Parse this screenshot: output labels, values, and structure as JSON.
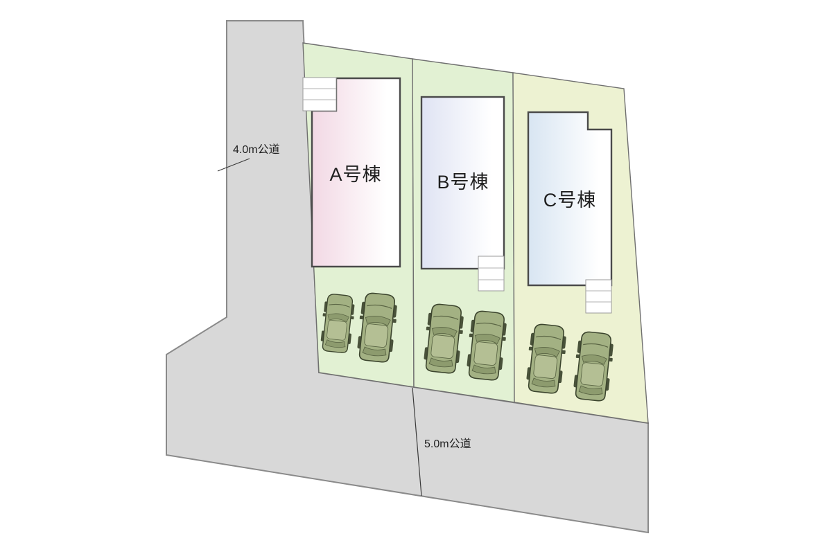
{
  "plan": {
    "roads": {
      "west_road_label": "4.0m公道",
      "south_road_label": "5.0m公道"
    },
    "parcels": [
      {
        "building_label": "A号棟"
      },
      {
        "building_label": "B号棟"
      },
      {
        "building_label": "C号棟"
      }
    ],
    "parking": {
      "cars_total": 6,
      "cars_per_parcel": 2
    },
    "colors": {
      "road_fill": "#d8d8d8",
      "parcel_green": "#e2f1d3",
      "parcel_yellow_green": "#edf2d2",
      "building_a_tint": "#f2d8e4",
      "building_b_tint": "#dfe3f3",
      "building_c_tint": "#d8e5f2",
      "car_body": "#a3b183"
    }
  }
}
